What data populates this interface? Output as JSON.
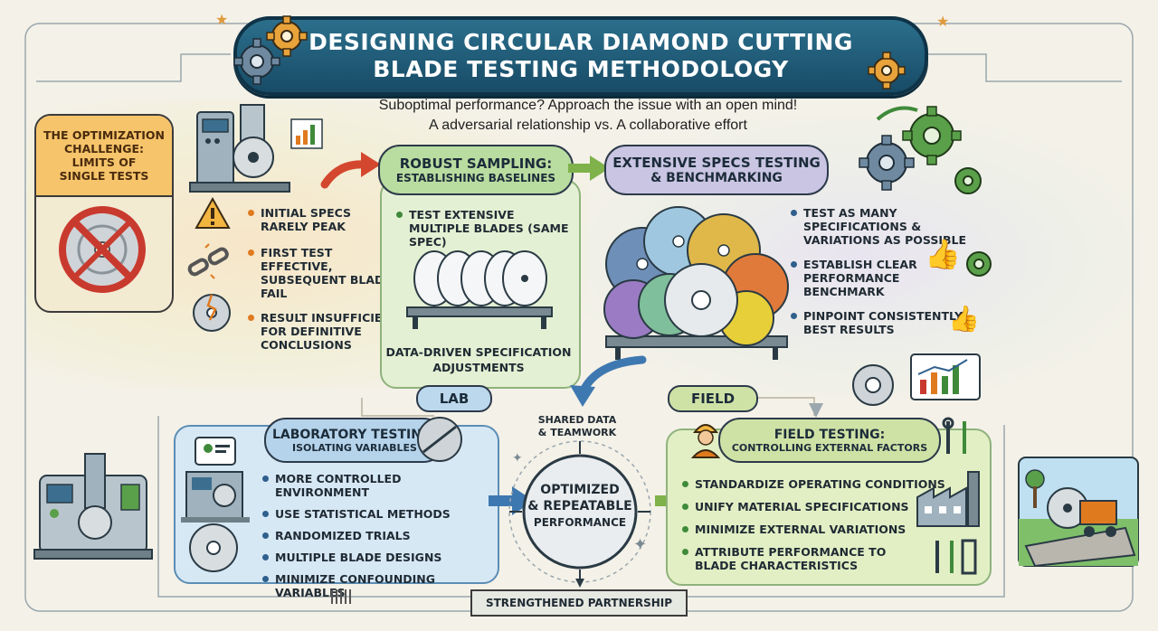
{
  "title": {
    "line1": "DESIGNING CIRCULAR DIAMOND CUTTING",
    "line2": "BLADE TESTING METHODOLOGY"
  },
  "subtitle": {
    "line1": "Suboptimal performance? Approach the issue with an open mind!",
    "line2": "A adversarial relationship vs. A collaborative effort"
  },
  "challenge": {
    "line1": "THE OPTIMIZATION",
    "line2": "CHALLENGE:",
    "line3": "LIMITS OF",
    "line4": "SINGLE TESTS",
    "items": [
      "INITIAL SPECS RARELY PEAK",
      "FIRST TEST EFFECTIVE, SUBSEQUENT BLADES FAIL",
      "RESULT INSUFFICIENT FOR DEFINITIVE CONCLUSIONS"
    ]
  },
  "sampling": {
    "title": "ROBUST SAMPLING:",
    "subtitle": "ESTABLISHING BASELINES",
    "item": "TEST EXTENSIVE MULTIPLE BLADES (SAME SPEC)",
    "footer_line1": "DATA-DRIVEN SPECIFICATION",
    "footer_line2": "ADJUSTMENTS"
  },
  "specs": {
    "title": "EXTENSIVE SPECS TESTING",
    "subtitle": "& BENCHMARKING",
    "items": [
      "TEST AS MANY SPECIFICATIONS & VARIATIONS AS POSSIBLE",
      "ESTABLISH CLEAR PERFORMANCE BENCHMARK",
      "PINPOINT CONSISTENTLY BEST RESULTS"
    ]
  },
  "lab_label": "LAB",
  "field_label": "FIELD",
  "lab": {
    "title": "LABORATORY TESTING:",
    "subtitle": "ISOLATING VARIABLES",
    "items": [
      "MORE CONTROLLED ENVIRONMENT",
      "USE STATISTICAL METHODS",
      "RANDOMIZED TRIALS",
      "MULTIPLE BLADE DESIGNS",
      "MINIMIZE CONFOUNDING VARIABLES"
    ]
  },
  "center": {
    "shared_line1": "SHARED DATA",
    "shared_line2": "& TEAMWORK",
    "line1": "OPTIMIZED",
    "line2": "& REPEATABLE",
    "line3": "PERFORMANCE",
    "partnership": "STRENGTHENED PARTNERSHIP"
  },
  "field": {
    "title": "FIELD TESTING:",
    "subtitle": "CONTROLLING EXTERNAL FACTORS",
    "items": [
      "STANDARDIZE OPERATING CONDITIONS",
      "UNIFY MATERIAL SPECIFICATIONS",
      "MINIMIZE EXTERNAL VARIATIONS",
      "ATTRIBUTE PERFORMANCE TO BLADE CHARACTERISTICS"
    ]
  },
  "colors": {
    "banner": "#1f5b78",
    "challenge_fill": "#f6c46a",
    "sampling_fill": "#d9ecc5",
    "specs_fill": "#e6e2f2",
    "lab_fill": "#d7e8f5",
    "field_fill": "#e2efc4",
    "accent_orange": "#e07a1f",
    "arrow_blue": "#3e78b0",
    "arrow_green": "#7fb24a"
  }
}
